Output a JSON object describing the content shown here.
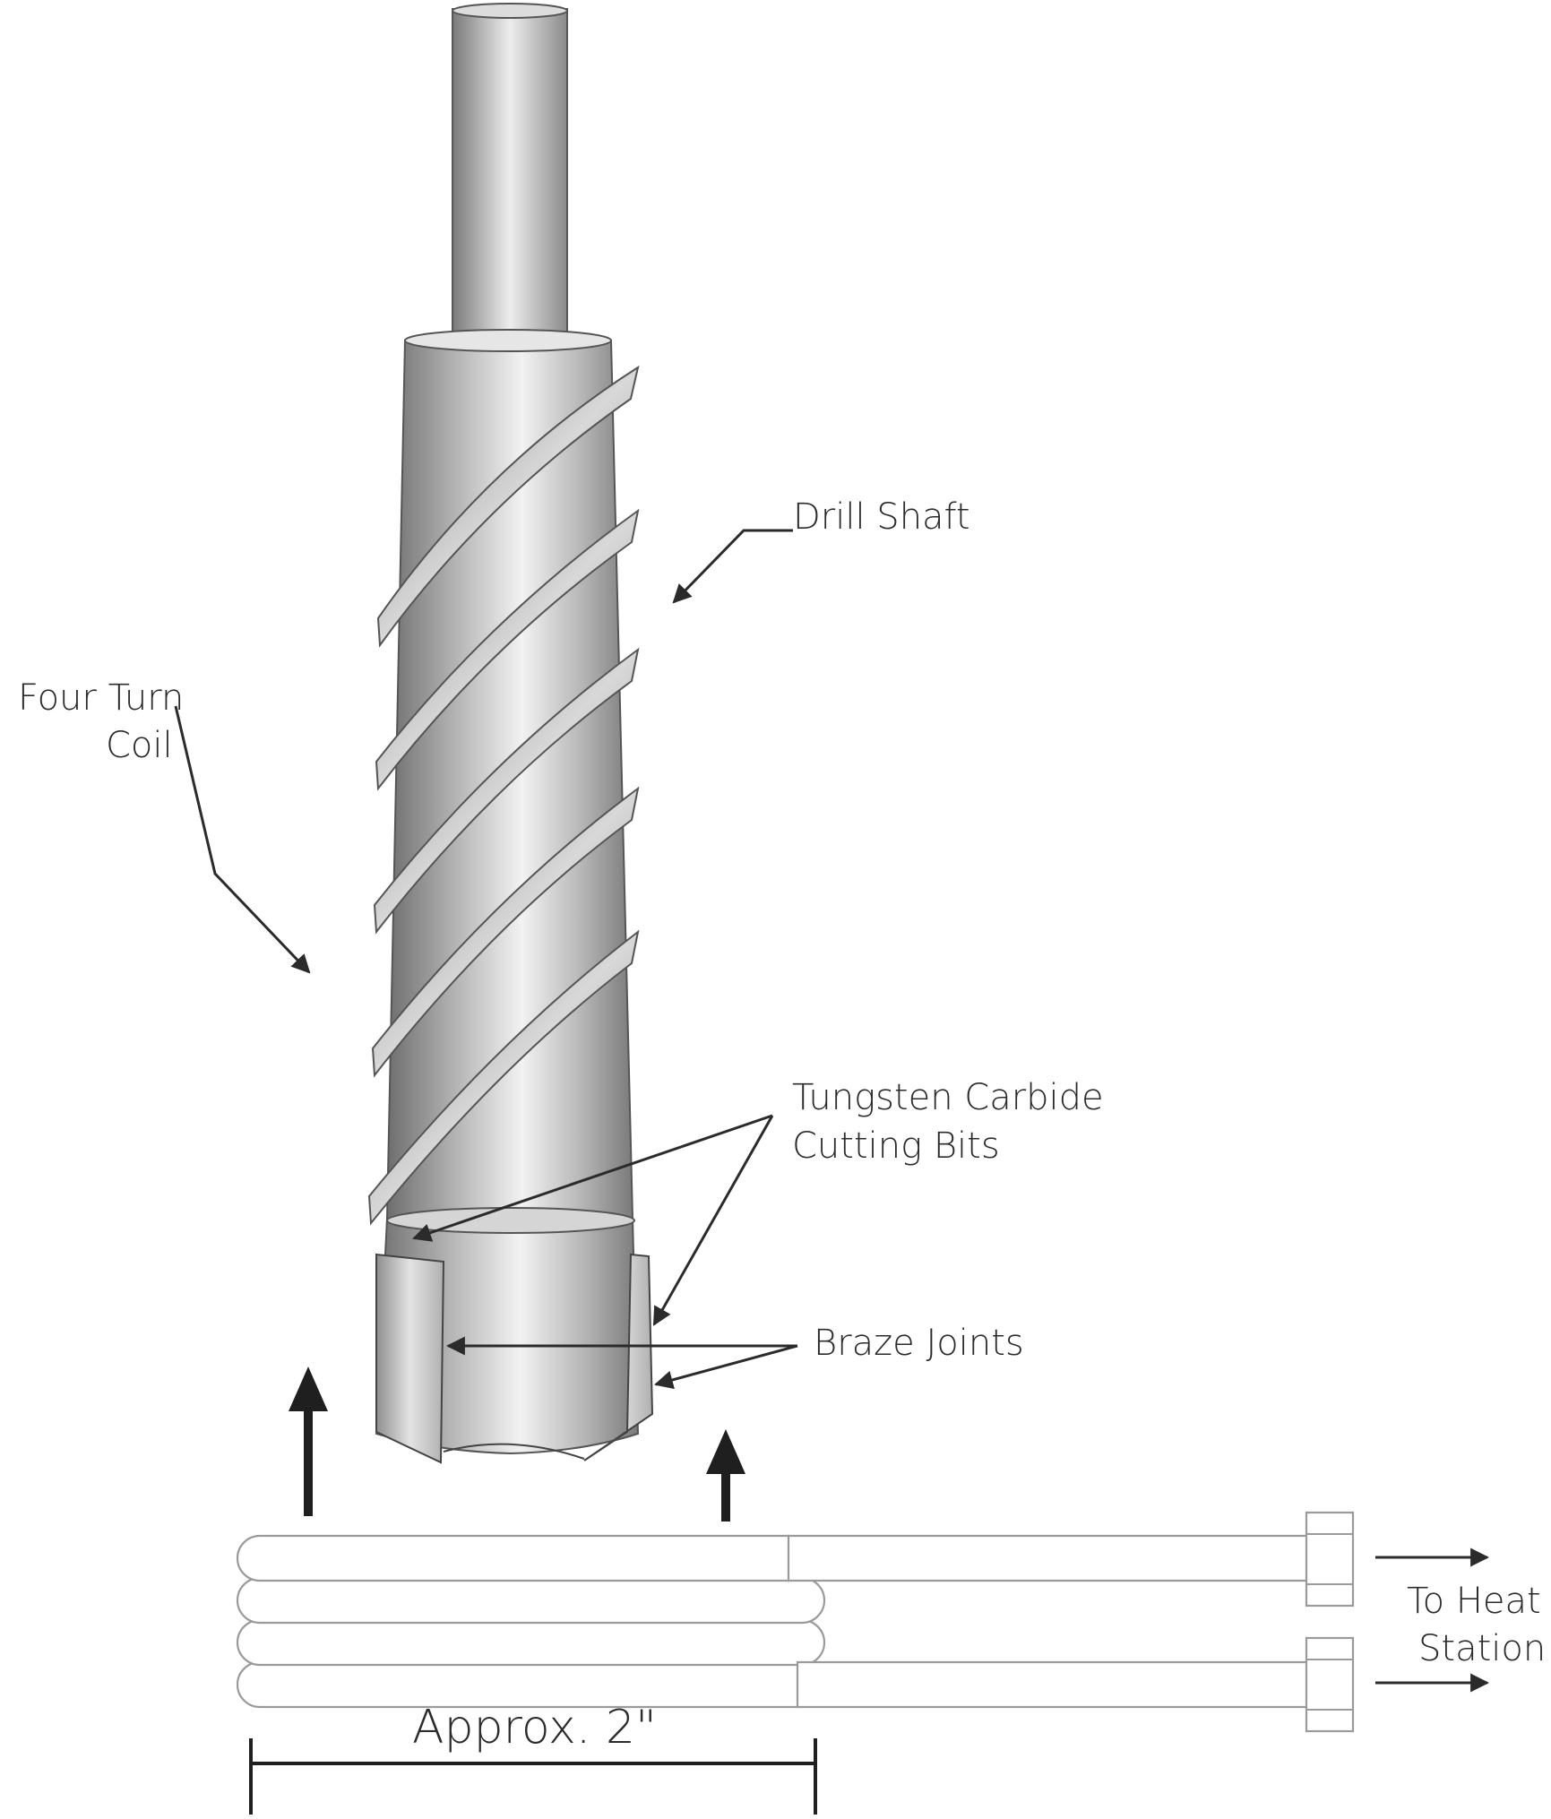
{
  "labels": {
    "drill_shaft": "Drill Shaft",
    "coil_line1": "Four Turn",
    "coil_line2": "Coil",
    "carbide_line1": "Tungsten Carbide",
    "carbide_line2": "Cutting Bits",
    "braze": "Braze Joints",
    "heat_line1": "To Heat",
    "heat_line2": "Station",
    "dimension": "Approx. 2\""
  },
  "colors": {
    "line": "#2b2b2b",
    "steel_dark": "#6e6e6e",
    "steel_light": "#f2f2f2",
    "coil_outline": "#9a9a9a"
  }
}
